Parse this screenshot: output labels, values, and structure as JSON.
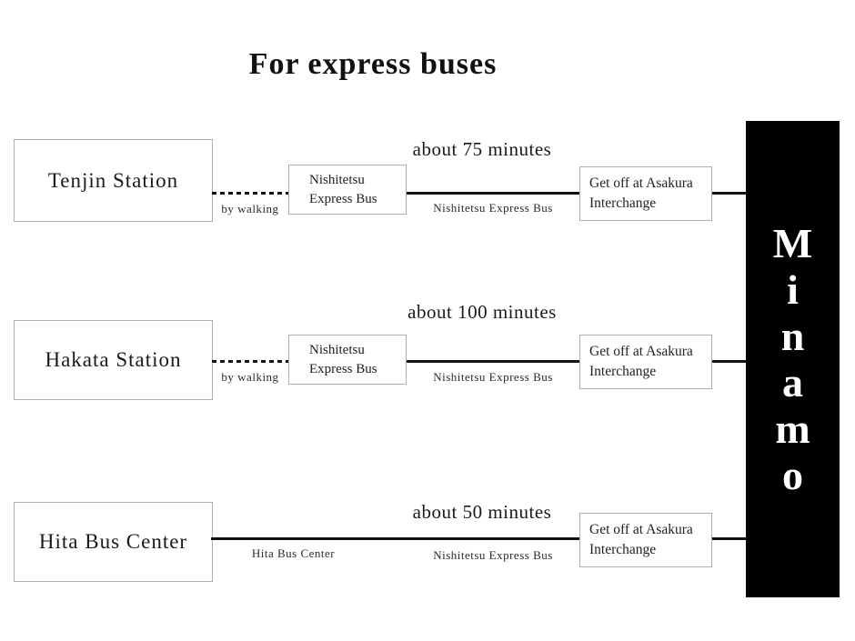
{
  "title": "For express buses",
  "destination": {
    "name": "Minamo",
    "letters": [
      "M",
      "i",
      "n",
      "a",
      "m",
      "o"
    ]
  },
  "routes": [
    {
      "origin": "Tenjin Station",
      "walk_label": "by walking",
      "bus_box_line1": "Nishitetsu",
      "bus_box_line2": "Express Bus",
      "duration": "about 75 minutes",
      "carrier_label": "Nishitetsu Express Bus",
      "getoff_line1": "Get off at Asakura",
      "getoff_line2": "Interchange"
    },
    {
      "origin": "Hakata Station",
      "walk_label": "by walking",
      "bus_box_line1": "Nishitetsu",
      "bus_box_line2": "Express Bus",
      "duration": "about 100 minutes",
      "carrier_label": "Nishitetsu Express Bus",
      "getoff_line1": "Get off at Asakura",
      "getoff_line2": "Interchange"
    },
    {
      "origin": "Hita Bus Center",
      "boarding_label": "Hita Bus Center",
      "duration": "about 50 minutes",
      "carrier_label": "Nishitetsu Express Bus",
      "getoff_line1": "Get off at Asakura",
      "getoff_line2": "Interchange"
    }
  ],
  "colors": {
    "line": "#111111",
    "box_border": "#b0b0b0",
    "bar_background": "#000000",
    "bar_text": "#ffffff"
  }
}
